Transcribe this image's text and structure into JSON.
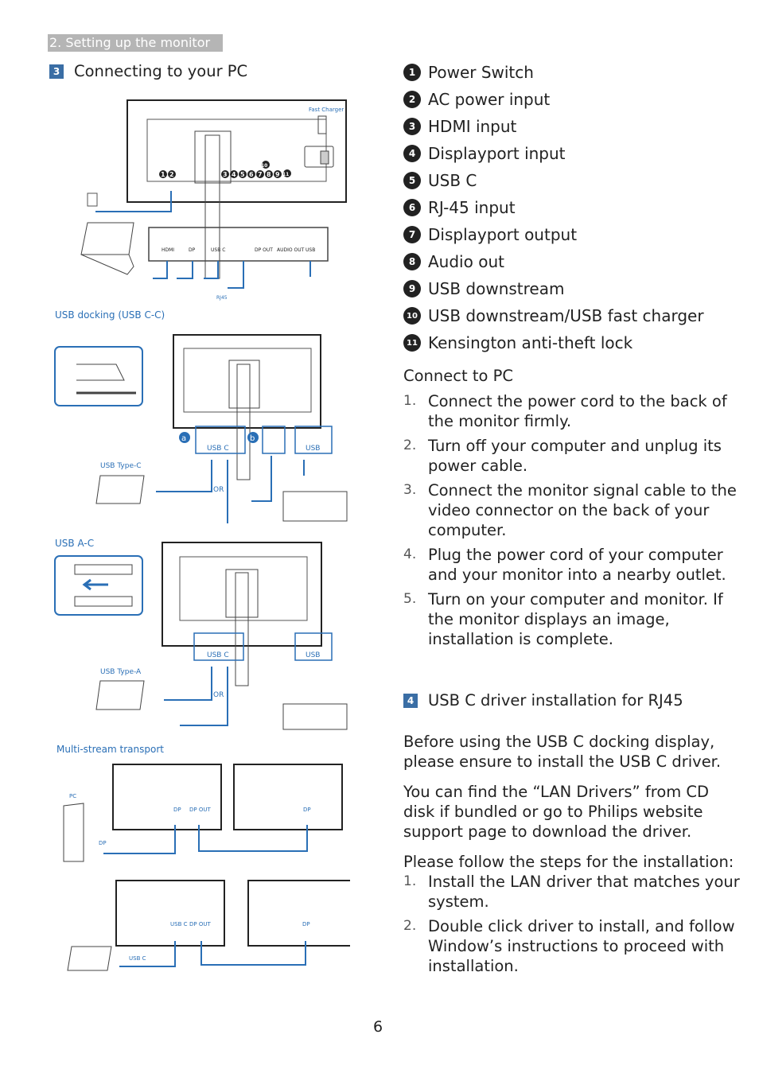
{
  "section_tag": "2. Setting up the monitor",
  "left": {
    "header_num": "3",
    "header": "Connecting to your PC",
    "fig1": {
      "fast_charger": "Fast Charger",
      "ports": [
        "HDMI",
        "DP",
        "USB C",
        "",
        "DP OUT",
        "AUDIO OUT",
        "USB"
      ],
      "rj45": "RJ45",
      "nums_left": [
        "1",
        "2"
      ],
      "nums_mid": [
        "3",
        "4",
        "5",
        "6",
        "7",
        "8",
        "9"
      ],
      "num_10": "10",
      "num_11": "11"
    },
    "caption_usbc": "USB docking (USB C-C)",
    "fig2": {
      "usbc": "USB C",
      "usb": "USB",
      "or": "OR",
      "type": "USB Type-C",
      "a": "a",
      "b": "b"
    },
    "caption_usba": "USB A-C",
    "fig3": {
      "usbc": "USB C",
      "usb": "USB",
      "or": "OR",
      "type": "USB Type-A"
    },
    "caption_mst": "Multi-stream transport",
    "fig4": {
      "pc": "PC",
      "dp": "DP",
      "dp_out": "DP OUT",
      "usbc": "USB C"
    }
  },
  "right": {
    "items": [
      {
        "n": "1",
        "label": "Power Switch"
      },
      {
        "n": "2",
        "label": "AC power input"
      },
      {
        "n": "3",
        "label": "HDMI input"
      },
      {
        "n": "4",
        "label": "Displayport input"
      },
      {
        "n": "5",
        "label": "USB C"
      },
      {
        "n": "6",
        "label": "RJ-45 input"
      },
      {
        "n": "7",
        "label": "Displayport output"
      },
      {
        "n": "8",
        "label": "Audio out"
      },
      {
        "n": "9",
        "label": "USB downstream"
      },
      {
        "n": "10",
        "label": "USB downstream/USB fast charger"
      },
      {
        "n": "11",
        "label": "Kensington anti-theft lock"
      }
    ],
    "connect_title": "Connect to PC",
    "connect_steps": [
      {
        "n": "1.",
        "text": "Connect the power cord to the back of the monitor firmly."
      },
      {
        "n": "2.",
        "text": "Turn off your computer and unplug its power cable."
      },
      {
        "n": "3.",
        "text": "Connect the monitor signal cable to the video connector on the back of your computer."
      },
      {
        "n": "4.",
        "text": "Plug the power cord of your computer and your monitor into a nearby outlet."
      },
      {
        "n": "5.",
        "text": "Turn on your computer and monitor. If the monitor displays an image, installation is complete."
      }
    ],
    "header4_num": "4",
    "header4": "USB C driver installation for RJ45",
    "para1": "Before using the USB C docking display, please ensure to install the USB C driver.",
    "para2": "You can find the “LAN Drivers” from CD disk if bundled or go to Philips website support page to download the driver.",
    "para3": "Please follow the steps for the installation:",
    "install_steps": [
      {
        "n": "1.",
        "text": "Install the LAN driver that matches your system."
      },
      {
        "n": "2.",
        "text": "Double click driver to install, and follow Window’s instructions to proceed with installation."
      }
    ]
  },
  "page_number": "6"
}
